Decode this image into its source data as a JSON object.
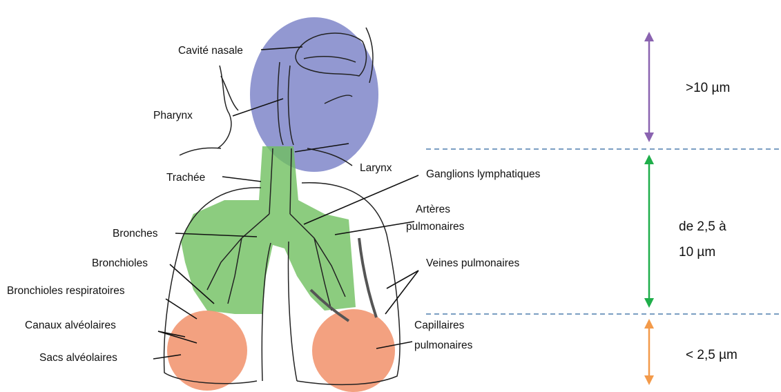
{
  "labels": {
    "cavite_nasale": "Cavité nasale",
    "pharynx": "Pharynx",
    "larynx": "Larynx",
    "trachee": "Trachée",
    "ganglions": "Ganglions lymphatiques",
    "arteres_line1": "Artères",
    "arteres_line2": "pulmonaires",
    "bronches": "Bronches",
    "bronchioles": "Bronchioles",
    "veines": "Veines pulmonaires",
    "bronchioles_resp": "Bronchioles respiratoires",
    "canaux": "Canaux alvéolaires",
    "capillaires_line1": "Capillaires",
    "capillaires_line2": "pulmonaires",
    "sacs": "Sacs alvéolaires"
  },
  "zones": {
    "upper": "&gt;10 µm",
    "middle_line1": "de 2,5 à",
    "middle_line2": "10 µm",
    "lower": "&lt; 2,5 µm"
  },
  "colors": {
    "upper_region": "#7f86c9",
    "middle_region": "#6fbf5f",
    "lower_region": "#f08a60",
    "upper_arrow": "#8a63b0",
    "middle_arrow": "#1fae4a",
    "lower_arrow": "#f39a4a",
    "divider": "#4f7fae"
  }
}
